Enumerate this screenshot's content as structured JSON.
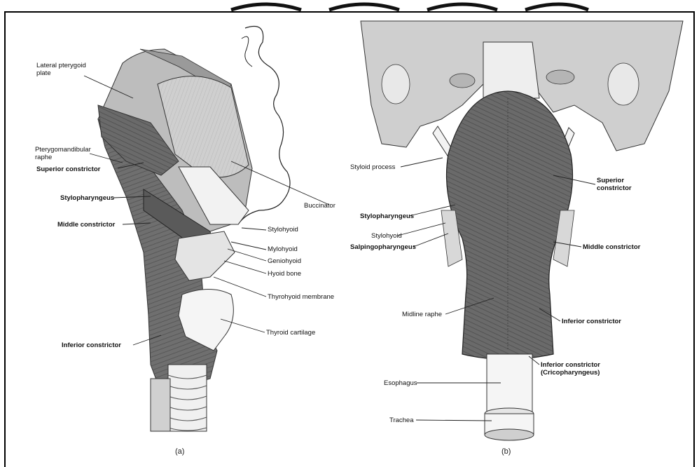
{
  "panels": {
    "a": {
      "caption": "(a)",
      "labels": {
        "lateral_pterygoid_plate": "Lateral pterygoid\nplate",
        "pterygomandibular_raphe": "Pterygomandibular\nraphe",
        "superior_constrictor": "Superior constrictor",
        "stylopharyngeus": "Stylopharyngeus",
        "middle_constrictor": "Middle constrictor",
        "inferior_constrictor": "Inferior constrictor",
        "buccinator": "Buccinator",
        "stylohyoid": "Stylohyoid",
        "mylohyoid": "Mylohyoid",
        "geniohyoid": "Geniohyoid",
        "hyoid_bone": "Hyoid bone",
        "thyrohyoid_membrane": "Thyrohyoid membrane",
        "thyroid_cartilage": "Thyroid cartilage"
      }
    },
    "b": {
      "caption": "(b)",
      "labels": {
        "styloid_process": "Styloid process",
        "stylopharyngeus": "Stylopharyngeus",
        "stylohyoid": "Stylohyoid",
        "salpingopharyngeus": "Salpingopharyngeus",
        "midline_raphe": "Midline raphe",
        "esophagus": "Esophagus",
        "trachea": "Trachea",
        "superior_constrictor": "Superior\nconstrictor",
        "middle_constrictor": "Middle constrictor",
        "inferior_constrictor": "Inferior constrictor",
        "inferior_constrictor_crico": "Inferior constrictor\n(Cricopharyngeus)"
      }
    }
  },
  "colors": {
    "muscle": "#6f6f6f",
    "muscle_dark": "#4a4a4a",
    "bone": "#d9d9d9",
    "cartilage": "#eeeeee",
    "line": "#222222"
  }
}
